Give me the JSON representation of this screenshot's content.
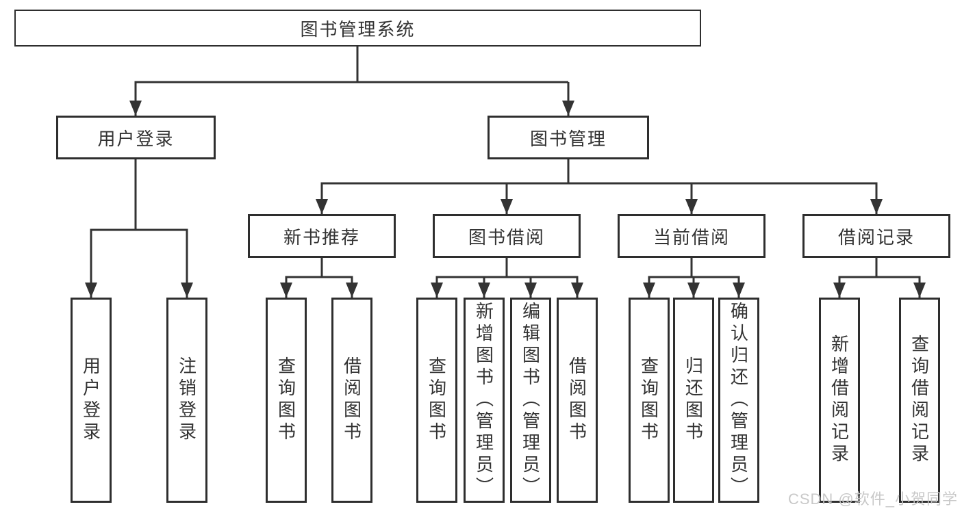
{
  "diagram_type": "tree",
  "colors": {
    "background": "#ffffff",
    "box_border": "#2e2e2e",
    "line": "#333333",
    "text": "#333333",
    "watermark": "#c6c6c6"
  },
  "tree": {
    "label": "图书管理系统",
    "children": [
      {
        "label": "用户登录",
        "children": [
          {
            "label": "用户登录"
          },
          {
            "label": "注销登录"
          }
        ]
      },
      {
        "label": "图书管理",
        "children": [
          {
            "label": "新书推荐",
            "children": [
              {
                "label": "查询图书"
              },
              {
                "label": "借阅图书"
              }
            ]
          },
          {
            "label": "图书借阅",
            "children": [
              {
                "label": "查询图书"
              },
              {
                "label": "新增图书（管理员）"
              },
              {
                "label": "编辑图书（管理员）"
              },
              {
                "label": "借阅图书"
              }
            ]
          },
          {
            "label": "当前借阅",
            "children": [
              {
                "label": "查询图书"
              },
              {
                "label": "归还图书"
              },
              {
                "label": "确认归还（管理员）"
              }
            ]
          },
          {
            "label": "借阅记录",
            "children": [
              {
                "label": "新增借阅记录"
              },
              {
                "label": "查询借阅记录"
              }
            ]
          }
        ]
      }
    ]
  },
  "watermark": {
    "text": "CSDN @软件_小贺同学"
  }
}
